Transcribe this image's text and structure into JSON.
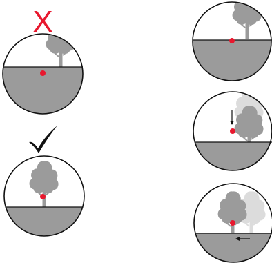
{
  "diagram": {
    "panels": [
      {
        "id": "incorrect",
        "status_icon": "x-mark-icon",
        "ground": "raised",
        "tree": "off-center-right",
        "aim_dot": "on-ground-center"
      },
      {
        "id": "correct",
        "status_icon": "check-mark-icon",
        "ground": "lowered",
        "tree": "centered",
        "aim_dot": "on-tree-base"
      },
      {
        "id": "step-1",
        "ground": "middle",
        "tree": "top-right",
        "aim_dot": "on-horizon"
      },
      {
        "id": "step-2",
        "ground": "lowered",
        "tree": "right-with-ghost",
        "aim_dot": "center",
        "arrow": "down"
      },
      {
        "id": "step-3",
        "ground": "lowered",
        "tree": "center-with-ghost",
        "aim_dot": "on-tree-base",
        "arrow": "left"
      }
    ]
  },
  "colors": {
    "ground": "#9b9b9b",
    "tree": "#9b9b9b",
    "tree_ghost": "#dcdcdc",
    "aim_dot": "#e8182e",
    "x_mark": "#e8182e",
    "check_mark": "#111111",
    "outline": "#111111"
  }
}
